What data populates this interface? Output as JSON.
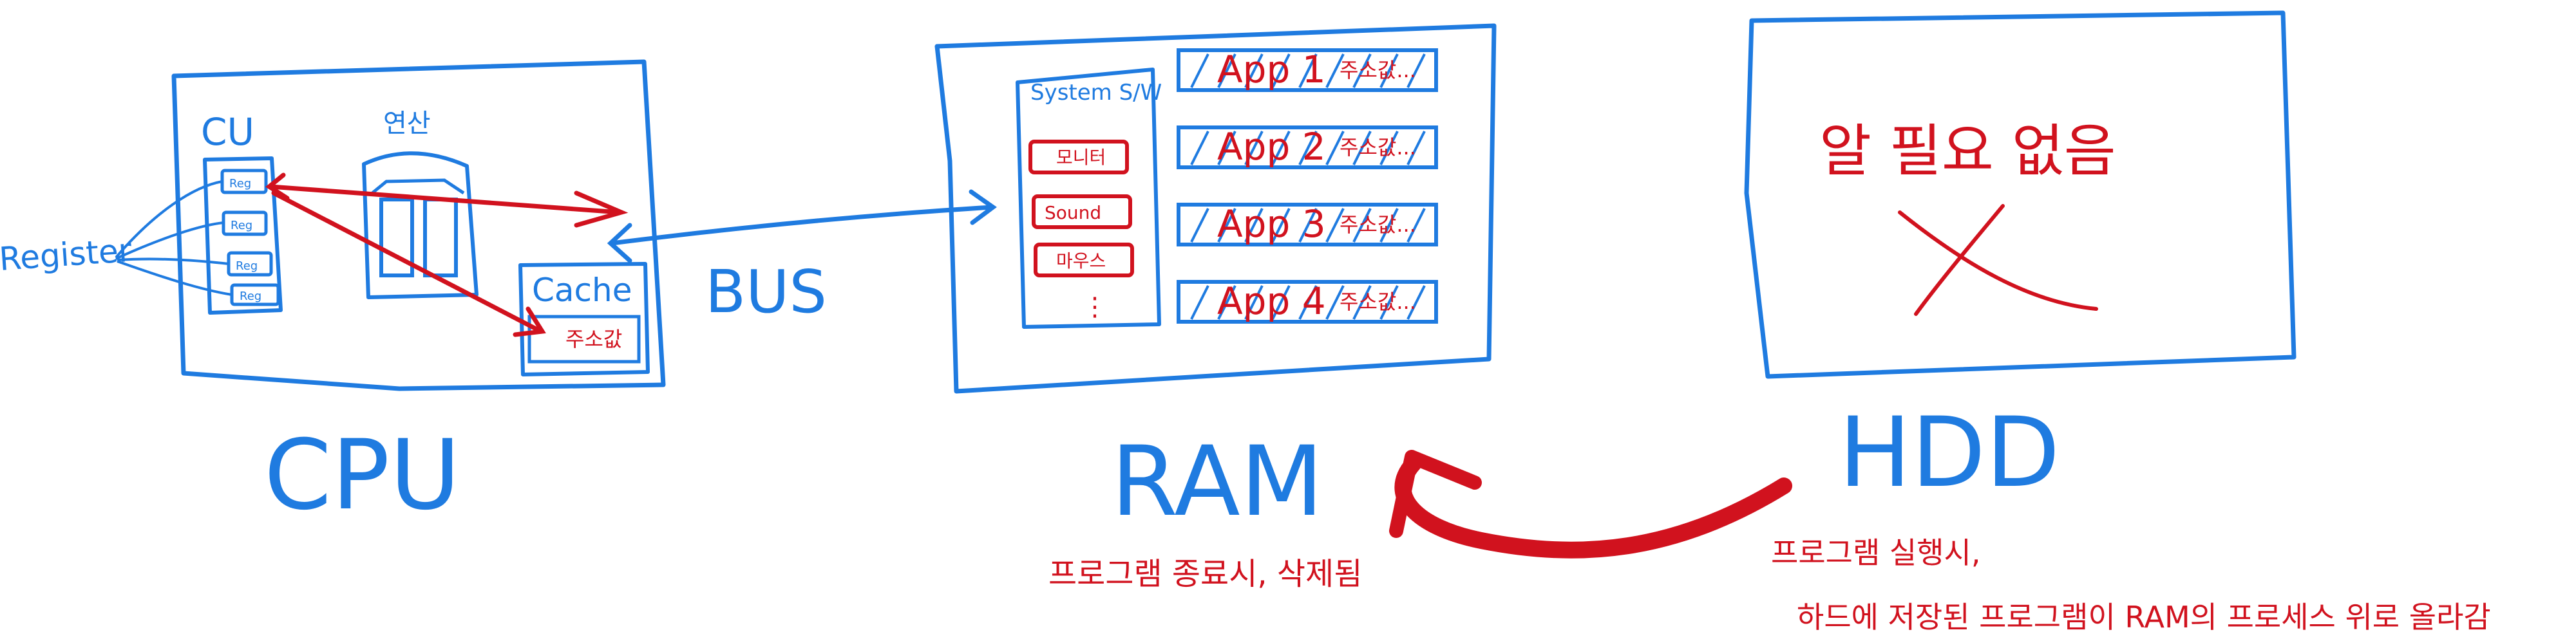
{
  "colors": {
    "blue": "#1f7be0",
    "red": "#d1121e"
  },
  "cpu": {
    "label": "CPU",
    "cu_label": "CU",
    "alu_label": "연산",
    "register_label": "Register",
    "register_cells": [
      "Reg",
      "Reg",
      "Reg",
      "Reg"
    ],
    "cache_label": "Cache",
    "cache_note": "주소값"
  },
  "bus": {
    "label": "BUS"
  },
  "ram": {
    "label": "RAM",
    "system_sw_label": "System S/W",
    "system_items": [
      "모니터",
      "Sound",
      "마우스",
      "⋮"
    ],
    "apps": [
      {
        "name": "App 1",
        "note": "주소값..."
      },
      {
        "name": "App 2",
        "note": "주소값..."
      },
      {
        "name": "App 3",
        "note": "주소값..."
      },
      {
        "name": "App 4",
        "note": "주소값..."
      }
    ],
    "caption": "프로그램 종료시, 삭제됨"
  },
  "hdd": {
    "label": "HDD",
    "note": "알 필요 없음",
    "caption_line1": "프로그램 실행시,",
    "caption_line2": "하드에 저장된 프로그램이 RAM의 프로세스 위로 올라감"
  }
}
